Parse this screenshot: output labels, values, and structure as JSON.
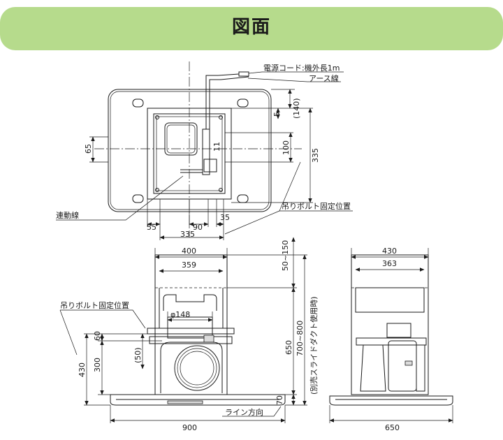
{
  "header": {
    "title": "図面"
  },
  "labels": {
    "power_cord": "電源コード:機外長1m",
    "earth_wire": "アース線",
    "interlock_wire": "連動線",
    "bolt_position_top": "吊りボルト固定位置",
    "bolt_position_front": "吊りボルト固定位置",
    "line_direction": "ライン方向",
    "duct_note": "(別売スライドダクト使用時)"
  },
  "dimensions": {
    "top_view": {
      "d140": "(140)",
      "d5": "5",
      "d100": "100",
      "d335_right": "335",
      "d65": "65",
      "d11": "11",
      "d55": "55",
      "d90": "90",
      "d35": "35",
      "d335_bottom": "335"
    },
    "front_view": {
      "d400": "400",
      "d359": "359",
      "d50_150": "50~150",
      "d148": "φ148",
      "d60": "60",
      "d300": "300",
      "d430_left": "430",
      "d50p": "(50)",
      "d650": "650",
      "d700_800": "700~800",
      "d70": "70",
      "d900": "900"
    },
    "side_view": {
      "d430": "430",
      "d363": "363",
      "d650": "650"
    }
  }
}
